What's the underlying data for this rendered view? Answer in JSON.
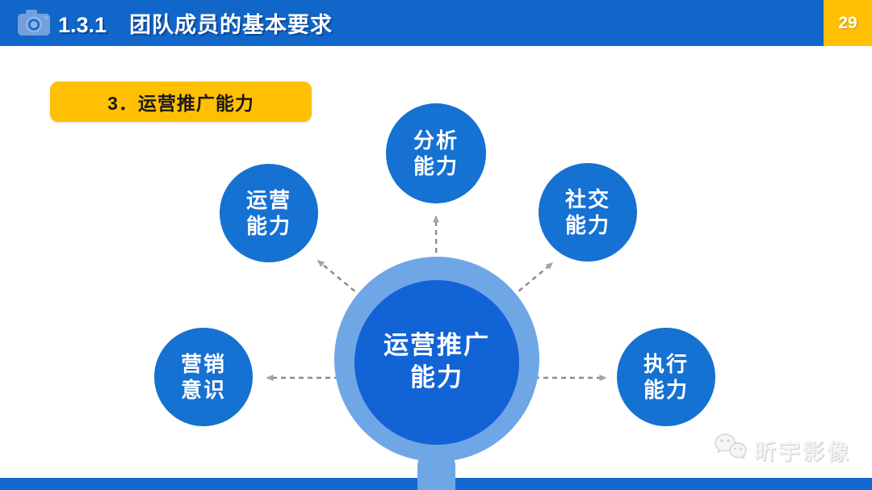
{
  "page_number": "29",
  "header": {
    "section_number": "1.3.1",
    "title": "团队成员的基本要求"
  },
  "section_label": "3．运营推广能力",
  "diagram": {
    "center": {
      "line1": "运营推广",
      "line2": "能力"
    },
    "satellites": [
      {
        "id": "analysis",
        "line1": "分析",
        "line2": "能力"
      },
      {
        "id": "operation",
        "line1": "运营",
        "line2": "能力"
      },
      {
        "id": "social",
        "line1": "社交",
        "line2": "能力"
      },
      {
        "id": "marketing",
        "line1": "营销",
        "line2": "意识"
      },
      {
        "id": "execution",
        "line1": "执行",
        "line2": "能力"
      }
    ]
  },
  "watermark": {
    "text": "昕宇影像"
  },
  "colors": {
    "header_blue": "#1166C9",
    "circle_blue": "#1571D2",
    "center_inner_blue": "#1263D6",
    "light_blue_ring": "#6FA6E6",
    "accent_yellow": "#FFC003",
    "arrow_gray": "#8C8C8C",
    "bottom_bar_blue": "#1368D2"
  }
}
